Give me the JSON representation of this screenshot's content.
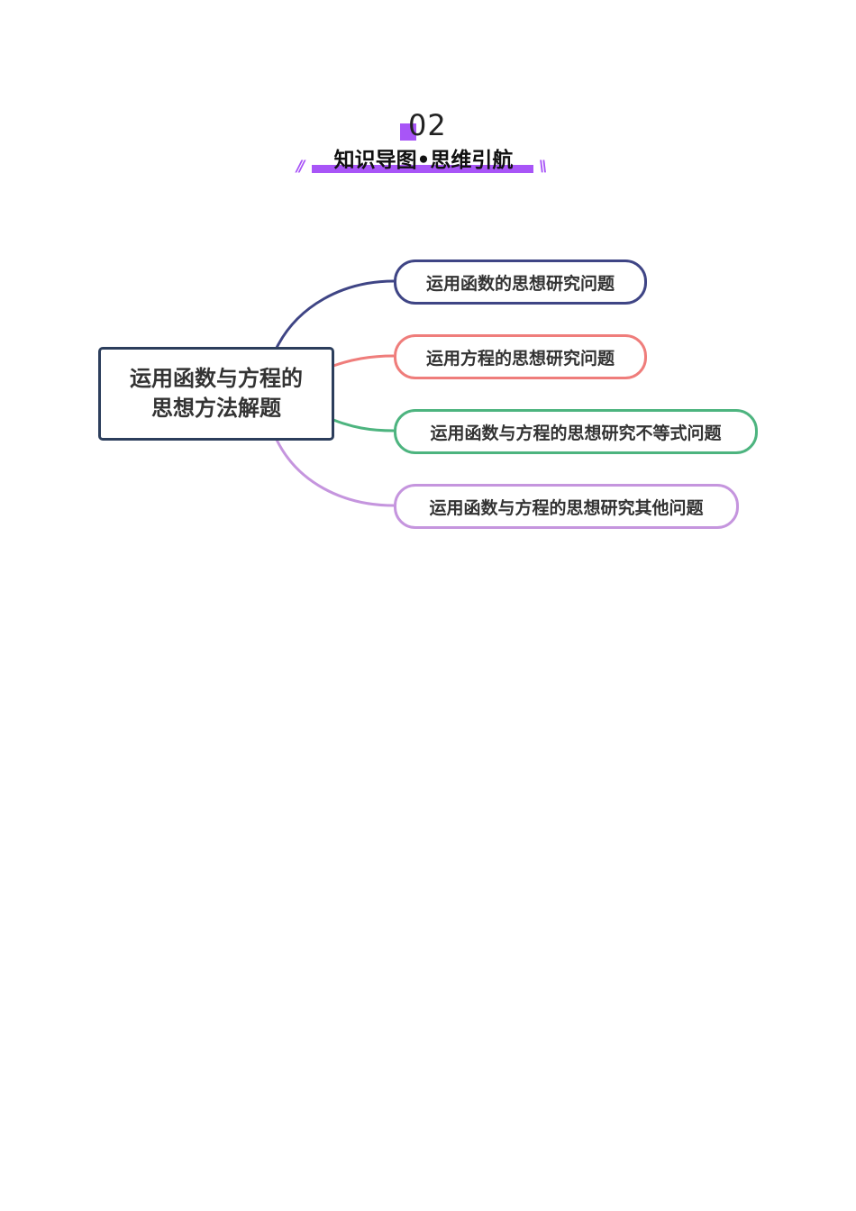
{
  "header": {
    "section_number": "02",
    "title": "知识导图•思维引航",
    "decoration_left": "//",
    "decoration_right": "\\\\",
    "accent_color": "#a855f7"
  },
  "mindmap": {
    "root": {
      "line1": "运用函数与方程的",
      "line2": "思想方法解题",
      "border_color": "#2c3e5c"
    },
    "branches": [
      {
        "label": "运用函数的思想研究问题",
        "color": "#3f4585"
      },
      {
        "label": "运用方程的思想研究问题",
        "color": "#ef7d7b"
      },
      {
        "label": "运用函数与方程的思想研究不等式问题",
        "color": "#4db47f"
      },
      {
        "label": "运用函数与方程的思想研究其他问题",
        "color": "#c595de"
      }
    ]
  }
}
